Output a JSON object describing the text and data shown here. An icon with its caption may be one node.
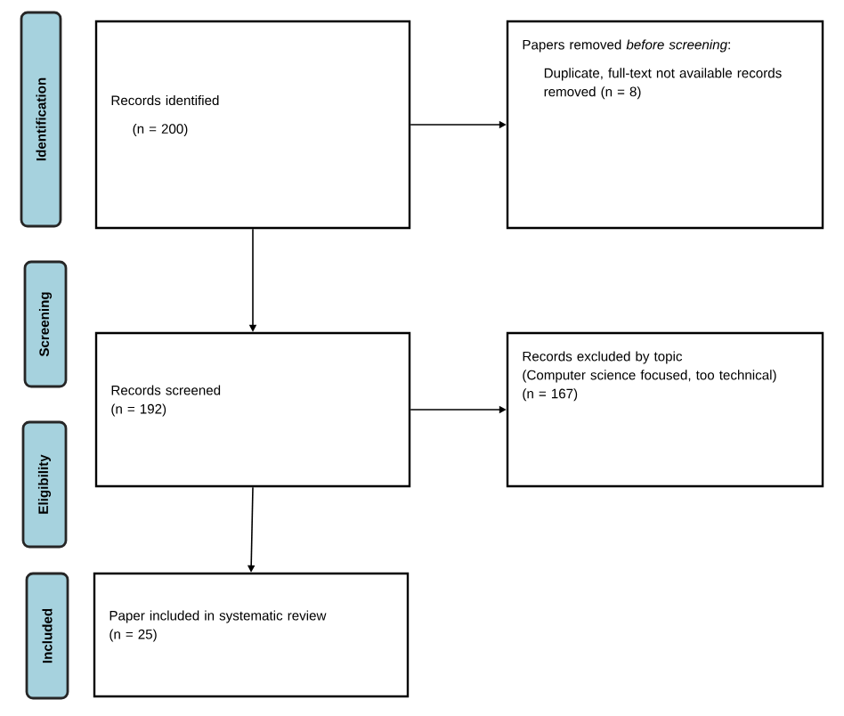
{
  "diagram": {
    "nodes": [
      {
        "text": [
          "Identification"
        ]
      },
      {
        "text": [
          "Screening"
        ]
      },
      {
        "text": [
          "Eligibility"
        ]
      },
      {
        "text": [
          "Included"
        ]
      },
      {
        "text": [
          "Records identified",
          "(n = 200)"
        ]
      },
      {
        "text": [
          "Papers removed *before screening*:",
          "Duplicate, full-text not available records removed (n = 8)"
        ]
      },
      {
        "text": [
          "Records screened",
          "(n = 192)"
        ]
      },
      {
        "text": [
          "Records excluded by topic",
          "(Computer science focused, too technical)",
          "(n = 167)"
        ]
      },
      {
        "text": [
          "Paper included in systematic review",
          "(n = 25)"
        ]
      }
    ],
    "edges": [
      {
        "from": 4,
        "to": 5,
        "arrow": "to"
      },
      {
        "from": 4,
        "to": 6,
        "arrow": "to"
      },
      {
        "from": 6,
        "to": 7,
        "arrow": "to"
      },
      {
        "from": 6,
        "to": 8,
        "arrow": "to"
      }
    ]
  }
}
